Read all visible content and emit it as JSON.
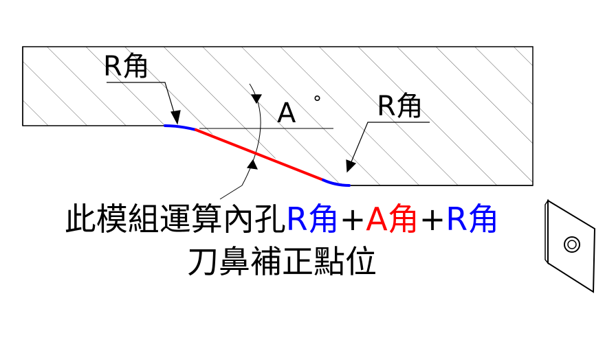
{
  "diagram": {
    "label_r_left": "R角",
    "label_r_right": "R角",
    "label_angle": "A",
    "label_degree": "°"
  },
  "caption": {
    "line1_prefix": "此模組運算內孔",
    "line1_r1": "R角",
    "line1_plus1": "+",
    "line1_a": "A角",
    "line1_plus2": "+",
    "line1_r2": "R角",
    "line2": "刀鼻補正點位"
  },
  "colors": {
    "outline": "#000000",
    "r_corner": "#0000ff",
    "a_edge": "#ff0000",
    "caption_blue": "#0000ff",
    "caption_red": "#ff0000"
  },
  "icons": {
    "tool_insert": "rhombic-insert-icon"
  }
}
